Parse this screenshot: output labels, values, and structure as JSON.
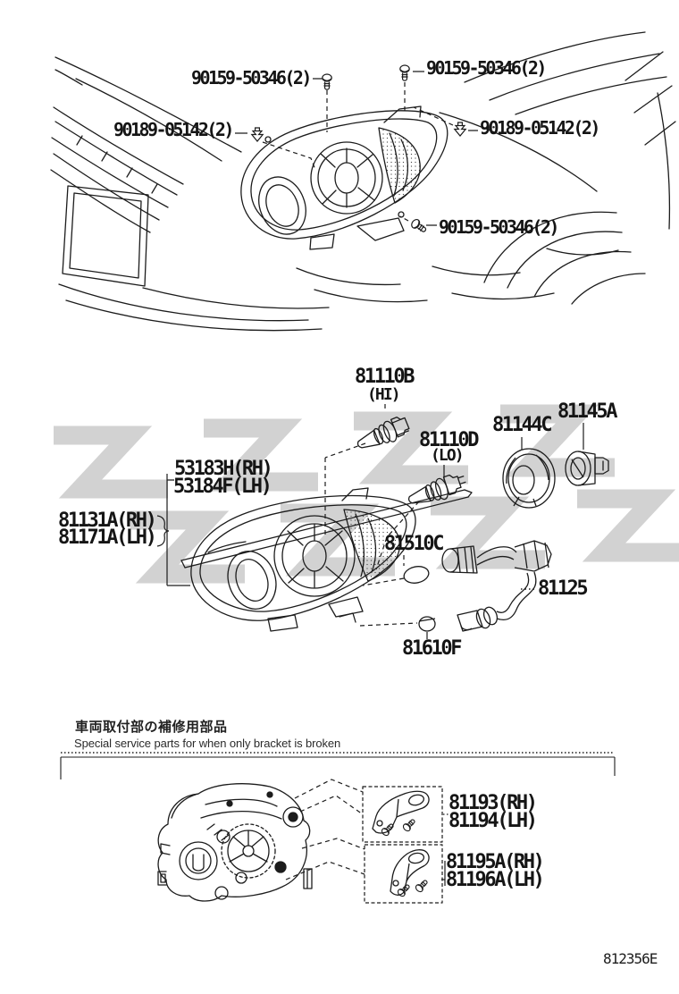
{
  "page": {
    "background": "#ffffff",
    "line_color": "#1c1c1c",
    "watermark_color": "#d2d2d2",
    "footer_code": "812356E"
  },
  "top_view": {
    "description": "front-of-car view with headlamp fixing hardware",
    "part_labels": [
      {
        "id": "screw_top_left",
        "text": "90159-50346(2)"
      },
      {
        "id": "screw_top_right",
        "text": "90159-50346(2)"
      },
      {
        "id": "clip_left",
        "text": "90189-05142(2)"
      },
      {
        "id": "clip_right",
        "text": "90189-05142(2)"
      },
      {
        "id": "screw_bottom",
        "text": "90159-50346(2)"
      }
    ]
  },
  "exploded_view": {
    "description": "headlamp assembly exploded view",
    "part_labels": [
      {
        "id": "bulb_hi",
        "text": "81110B",
        "qualifier": "(HI)"
      },
      {
        "id": "bulb_lo",
        "text": "81110D",
        "qualifier": "(LO)"
      },
      {
        "id": "retainer",
        "text": "81144C"
      },
      {
        "id": "bulb_socket",
        "text": "81145A"
      },
      {
        "id": "moulding_rh",
        "text": "53183H(RH)"
      },
      {
        "id": "moulding_lh",
        "text": "53184F(LH)"
      },
      {
        "id": "headlamp_rh",
        "text": "81131A(RH)"
      },
      {
        "id": "headlamp_lh",
        "text": "81171A(LH)"
      },
      {
        "id": "gasket",
        "text": "81510C"
      },
      {
        "id": "cord",
        "text": "81125"
      },
      {
        "id": "cap",
        "text": "81610F"
      }
    ]
  },
  "service_parts": {
    "heading_jp": "車両取付部の補修用部品",
    "heading_en": "Special service parts for when only bracket is broken",
    "bracket_labels": [
      {
        "id": "bracket1_rh",
        "text": "81193(RH)"
      },
      {
        "id": "bracket1_lh",
        "text": "81194(LH)"
      },
      {
        "id": "bracket2_rh",
        "text": "81195A(RH)"
      },
      {
        "id": "bracket2_lh",
        "text": "81196A(LH)"
      }
    ]
  }
}
